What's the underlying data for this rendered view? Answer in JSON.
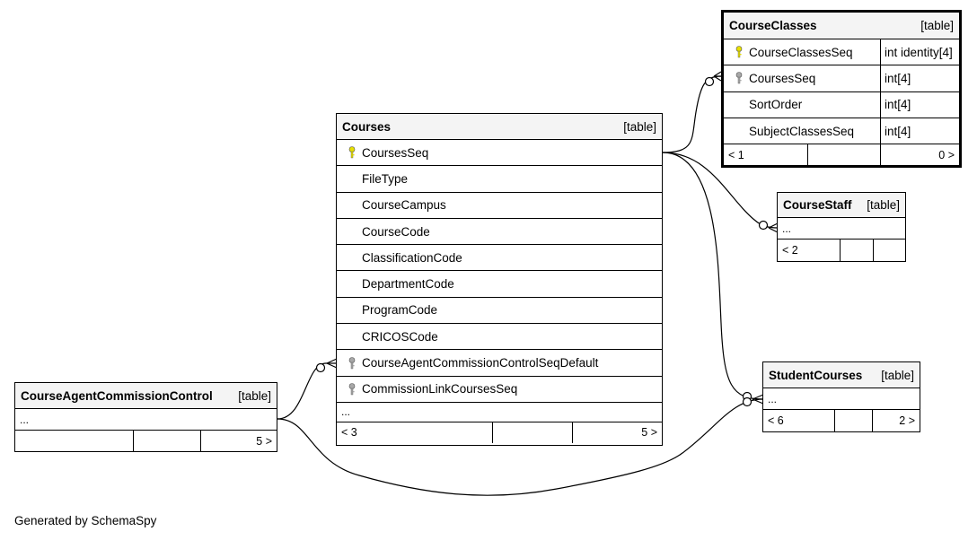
{
  "tables": {
    "courses": {
      "name": "Courses",
      "kind": "[table]",
      "columns": [
        {
          "name": "CoursesSeq",
          "key": "primary-key-icon"
        },
        {
          "name": "FileType",
          "key": ""
        },
        {
          "name": "CourseCampus",
          "key": ""
        },
        {
          "name": "CourseCode",
          "key": ""
        },
        {
          "name": "ClassificationCode",
          "key": ""
        },
        {
          "name": "DepartmentCode",
          "key": ""
        },
        {
          "name": "ProgramCode",
          "key": ""
        },
        {
          "name": "CRICOSCode",
          "key": ""
        },
        {
          "name": "CourseAgentCommissionControlSeqDefault",
          "key": "foreign-key-icon"
        },
        {
          "name": "CommissionLinkCoursesSeq",
          "key": "foreign-key-icon"
        }
      ],
      "ellipsis": "...",
      "footer": {
        "left": "< 3",
        "mid": "",
        "right": "5 >"
      }
    },
    "course_classes": {
      "name": "CourseClasses",
      "kind": "[table]",
      "columns": [
        {
          "name": "CourseClassesSeq",
          "type": "int identity[4]",
          "key": "primary-key-icon"
        },
        {
          "name": "CoursesSeq",
          "type": "int[4]",
          "key": "foreign-key-icon"
        },
        {
          "name": "SortOrder",
          "type": "int[4]",
          "key": ""
        },
        {
          "name": "SubjectClassesSeq",
          "type": "int[4]",
          "key": ""
        }
      ],
      "footer": {
        "left": "< 1",
        "mid": "",
        "right": "0 >"
      }
    },
    "course_staff": {
      "name": "CourseStaff",
      "kind": "[table]",
      "ellipsis": "...",
      "footer": {
        "left": "< 2",
        "mid": "",
        "right": ""
      }
    },
    "student_courses": {
      "name": "StudentCourses",
      "kind": "[table]",
      "ellipsis": "...",
      "footer": {
        "left": "< 6",
        "mid": "",
        "right": "2 >"
      }
    },
    "course_agent_commission_control": {
      "name": "CourseAgentCommissionControl",
      "kind": "[table]",
      "ellipsis": "...",
      "footer": {
        "left": "",
        "mid": "",
        "right": "5 >"
      }
    }
  },
  "colors": {
    "primary_key": "#e8e000",
    "foreign_key": "#a8a8a8",
    "header_bg": "#f4f4f4",
    "line": "#000000"
  },
  "credit": "Generated by SchemaSpy"
}
